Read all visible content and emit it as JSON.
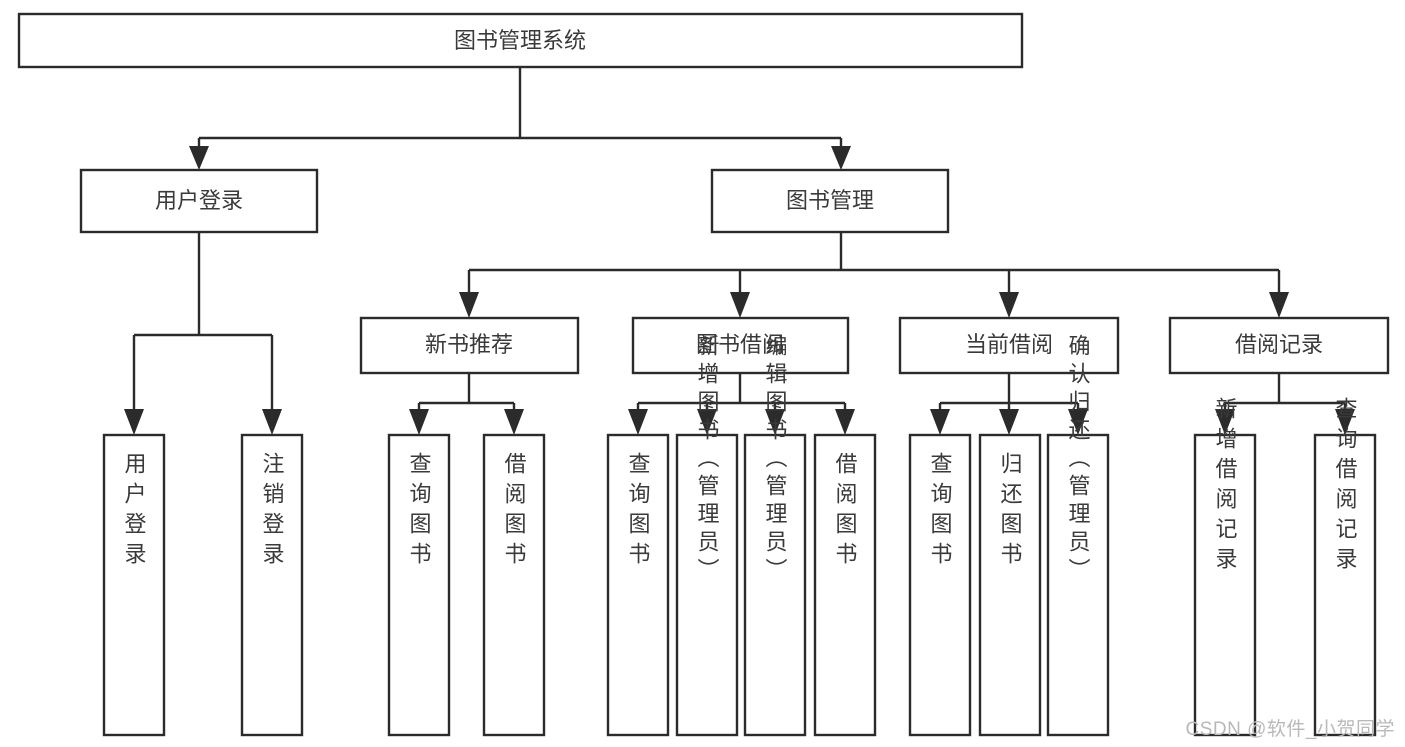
{
  "diagram": {
    "type": "tree",
    "title": "图书管理系统",
    "watermark": "CSDN @软件_小贺同学",
    "colors": {
      "box_stroke": "#2b2b2b",
      "box_fill": "#ffffff",
      "text": "#3a3a3a",
      "connector": "#2b2b2b",
      "background": "#ffffff",
      "watermark": "#b9b9b9"
    },
    "nodes": {
      "root": {
        "label": "图书管理系统"
      },
      "level2": [
        {
          "id": "user-login",
          "label": "用户登录"
        },
        {
          "id": "book-manage",
          "label": "图书管理"
        }
      ],
      "level3": [
        {
          "id": "new-book-recommend",
          "label": "新书推荐"
        },
        {
          "id": "book-borrow",
          "label": "图书借阅"
        },
        {
          "id": "current-borrow",
          "label": "当前借阅"
        },
        {
          "id": "borrow-record",
          "label": "借阅记录"
        }
      ],
      "leaves": [
        {
          "id": "leaf-user-login",
          "label": "用户登录",
          "parent": "user-login"
        },
        {
          "id": "leaf-logout-login",
          "label": "注销登录",
          "parent": "user-login"
        },
        {
          "id": "leaf-query-book-1",
          "label": "查询图书",
          "parent": "new-book-recommend"
        },
        {
          "id": "leaf-borrow-book-1",
          "label": "借阅图书",
          "parent": "new-book-recommend"
        },
        {
          "id": "leaf-query-book-2",
          "label": "查询图书",
          "parent": "book-borrow"
        },
        {
          "id": "leaf-add-book",
          "label": "新增图书（管理员）",
          "parent": "book-borrow"
        },
        {
          "id": "leaf-edit-book",
          "label": "编辑图书（管理员）",
          "parent": "book-borrow"
        },
        {
          "id": "leaf-borrow-book-2",
          "label": "借阅图书",
          "parent": "book-borrow"
        },
        {
          "id": "leaf-query-book-3",
          "label": "查询图书",
          "parent": "current-borrow"
        },
        {
          "id": "leaf-return-book",
          "label": "归还图书",
          "parent": "current-borrow"
        },
        {
          "id": "leaf-confirm-return",
          "label": "确认归还（管理员）",
          "parent": "current-borrow"
        },
        {
          "id": "leaf-add-record",
          "label": "新增借阅记录",
          "parent": "borrow-record"
        },
        {
          "id": "leaf-query-record",
          "label": "查询借阅记录",
          "parent": "borrow-record"
        }
      ]
    }
  }
}
